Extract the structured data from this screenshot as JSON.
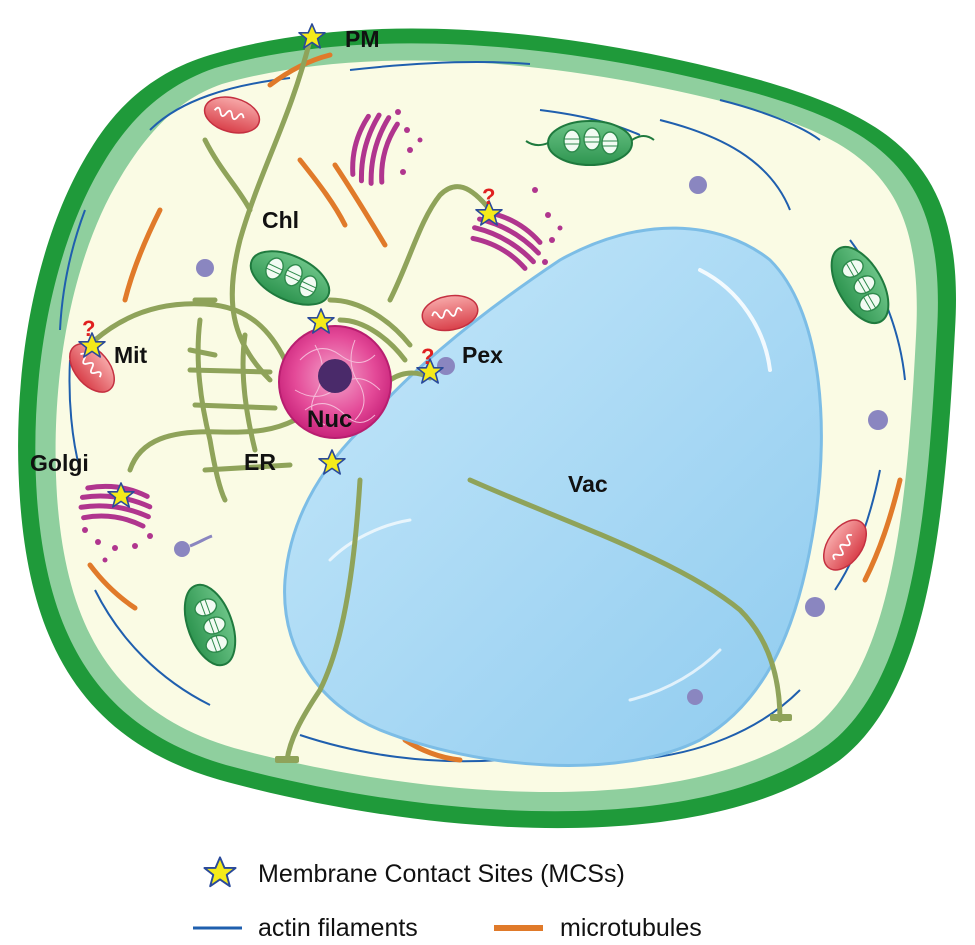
{
  "labels": {
    "pm": "PM",
    "chl": "Chl",
    "mit": "Mit",
    "pex": "Pex",
    "nuc": "Nuc",
    "er": "ER",
    "golgi": "Golgi",
    "vac": "Vac"
  },
  "markers": {
    "uncertain": "?"
  },
  "legend": {
    "mcs": "Membrane Contact Sites (MCSs)",
    "actin": "actin filaments",
    "microtubules": "microtubules"
  },
  "colors": {
    "cell_wall": "#1f9a3a",
    "membrane_band": "#8fcf9e",
    "cytoplasm": "#fafbe4",
    "vacuole": "#aad8f3",
    "er": "#8fa35a",
    "nucleus": "#e0398e",
    "nucleolus": "#4a2a6a",
    "chloroplast": "#3ea862",
    "mitochondria": "#e0505a",
    "golgi": "#b0358e",
    "mcs_star": "#f5ea1a",
    "actin": "#1f5fae",
    "microtubule": "#e07a2a",
    "question": "#e02020"
  }
}
